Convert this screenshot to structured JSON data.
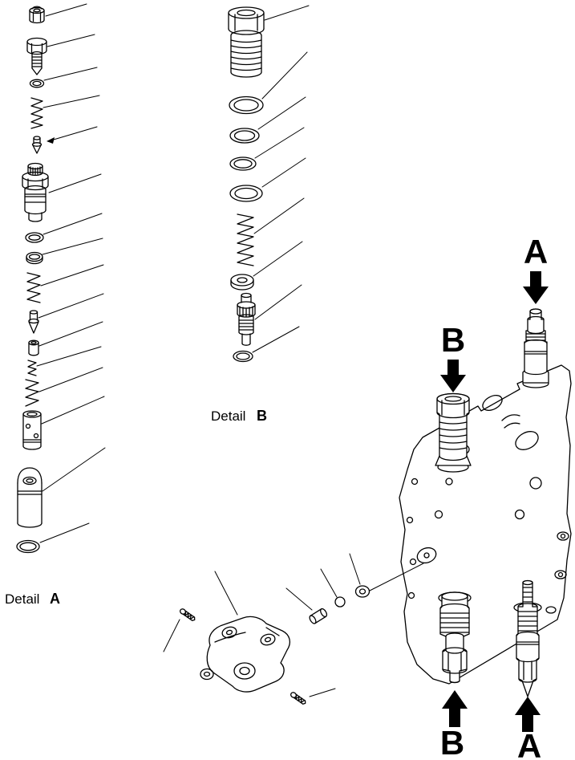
{
  "page": {
    "background": "#ffffff",
    "line_color": "#000000"
  },
  "details": {
    "a": {
      "word": "Detail",
      "letter": "A"
    },
    "b": {
      "word": "Detail",
      "letter": "B"
    }
  },
  "ports": {
    "top_a": "A",
    "top_b": "B",
    "bottom_b": "B",
    "bottom_a": "A"
  }
}
